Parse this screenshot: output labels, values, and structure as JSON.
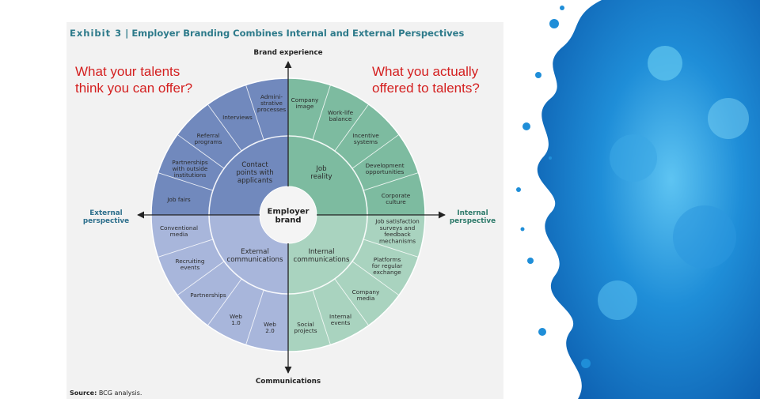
{
  "exhibit": "Exhibit 3",
  "title": "Employer Branding Combines Internal and External Perspectives",
  "source_label": "Source:",
  "source_text": "BCG analysis.",
  "question_left": [
    "What your talents",
    "think you can offer?"
  ],
  "question_right": [
    "What you actually",
    "offered to talents?"
  ],
  "axes": {
    "top": "Brand experience",
    "bottom": "Communications",
    "left": [
      "External",
      "perspective"
    ],
    "right": [
      "Internal",
      "perspective"
    ]
  },
  "core": [
    "Employer",
    "brand"
  ],
  "quadrants": {
    "top_left": {
      "inner": [
        "Contact",
        "points with",
        "applicants"
      ],
      "outer": [
        [
          "Admini-",
          "strative",
          "processes"
        ],
        [
          "Interviews"
        ],
        [
          "Referral",
          "programs"
        ],
        [
          "Partnerships",
          "with outside",
          "institutions"
        ],
        [
          "Job fairs"
        ]
      ]
    },
    "top_right": {
      "inner": [
        "Job",
        "reality"
      ],
      "outer": [
        [
          "Company",
          "image"
        ],
        [
          "Work-life",
          "balance"
        ],
        [
          "Incentive",
          "systems"
        ],
        [
          "Development",
          "opportunities"
        ],
        [
          "Corporate",
          "culture"
        ]
      ]
    },
    "bottom_left": {
      "inner": [
        "External",
        "communications"
      ],
      "outer": [
        [
          "Conventional",
          "media"
        ],
        [
          "Recruiting",
          "events"
        ],
        [
          "Partnerships"
        ],
        [
          "Web",
          "1.0"
        ],
        [
          "Web",
          "2.0"
        ]
      ]
    },
    "bottom_right": {
      "inner": [
        "Internal",
        "communications"
      ],
      "outer": [
        [
          "Social",
          "projects"
        ],
        [
          "Internal",
          "events"
        ],
        [
          "Company",
          "media"
        ],
        [
          "Platforms",
          "for regular",
          "exchange"
        ],
        [
          "Job satisfaction",
          "surveys and",
          "feedback",
          "mechanisms"
        ]
      ]
    }
  },
  "colors": {
    "top_left": "#7189bd",
    "top_right": "#7dbba0",
    "bottom_left": "#a8b6db",
    "bottom_right": "#a9d3bf",
    "title": "#2d7a8a",
    "question": "#d42020",
    "splash": "#1f8ed8"
  }
}
